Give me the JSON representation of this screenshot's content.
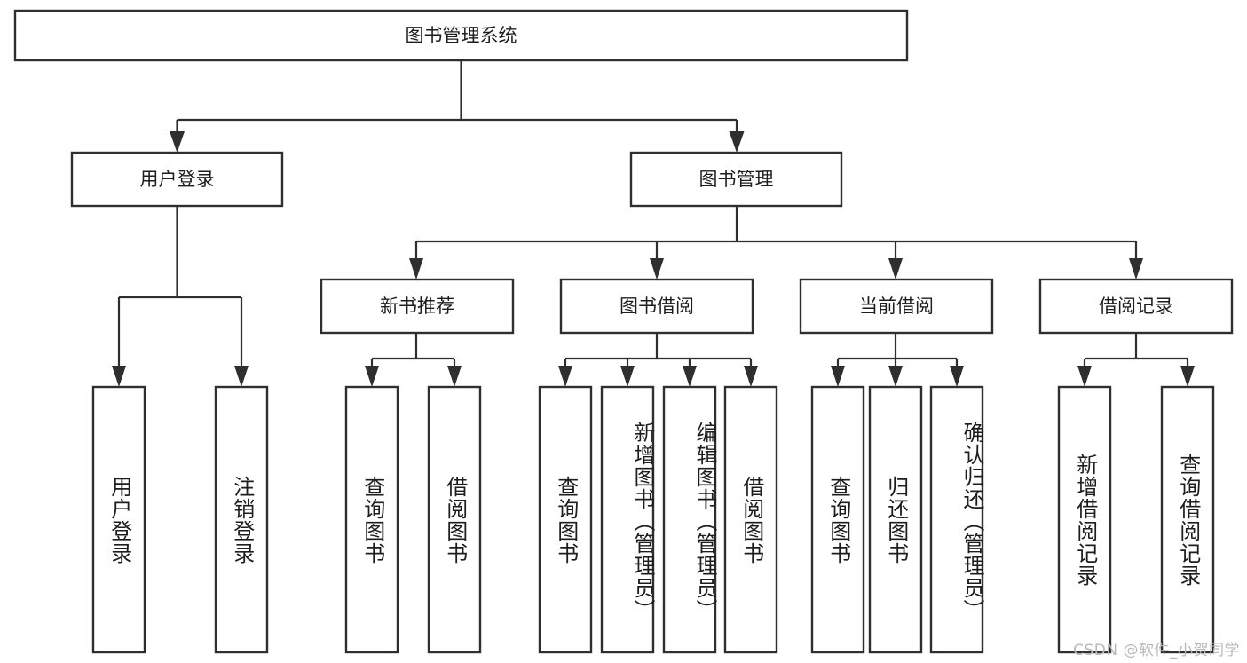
{
  "diagram": {
    "title": "图书管理系统",
    "type": "hierarchy-tree",
    "orientation": "top-down",
    "colors": {
      "box_stroke": "#2f2f2f",
      "box_fill": "#ffffff",
      "connector": "#2f2f2f",
      "text": "#1d1d1d",
      "background": "#ffffff",
      "watermark": "#b9b9b9"
    },
    "levels": {
      "root": {
        "label": "图书管理系统"
      },
      "level2": [
        {
          "id": "user-login",
          "label": "用户登录"
        },
        {
          "id": "book-management",
          "label": "图书管理"
        }
      ],
      "level3": [
        {
          "id": "new-book-recommend",
          "label": "新书推荐",
          "parent": "book-management"
        },
        {
          "id": "book-borrow",
          "label": "图书借阅",
          "parent": "book-management"
        },
        {
          "id": "current-borrow",
          "label": "当前借阅",
          "parent": "book-management"
        },
        {
          "id": "borrow-record",
          "label": "借阅记录",
          "parent": "book-management"
        }
      ],
      "leaves": {
        "user-login": [
          {
            "id": "leaf-user-login",
            "label": "用户登录"
          },
          {
            "id": "leaf-logout",
            "label": "注销登录"
          }
        ],
        "new-book-recommend": [
          {
            "id": "leaf-query-book-1",
            "label": "查询图书"
          },
          {
            "id": "leaf-borrow-book-1",
            "label": "借阅图书"
          }
        ],
        "book-borrow": [
          {
            "id": "leaf-query-book-2",
            "label": "查询图书"
          },
          {
            "id": "leaf-add-book",
            "label": "新增图书（管理员）"
          },
          {
            "id": "leaf-edit-book",
            "label": "编辑图书（管理员）"
          },
          {
            "id": "leaf-borrow-book-2",
            "label": "借阅图书"
          }
        ],
        "current-borrow": [
          {
            "id": "leaf-query-book-3",
            "label": "查询图书"
          },
          {
            "id": "leaf-return-book",
            "label": "归还图书"
          },
          {
            "id": "leaf-confirm-return",
            "label": "确认归还（管理员）"
          }
        ],
        "borrow-record": [
          {
            "id": "leaf-add-record",
            "label": "新增借阅记录"
          },
          {
            "id": "leaf-query-record",
            "label": "查询借阅记录"
          }
        ]
      }
    },
    "watermark": "CSDN @软件_小贺同学"
  }
}
